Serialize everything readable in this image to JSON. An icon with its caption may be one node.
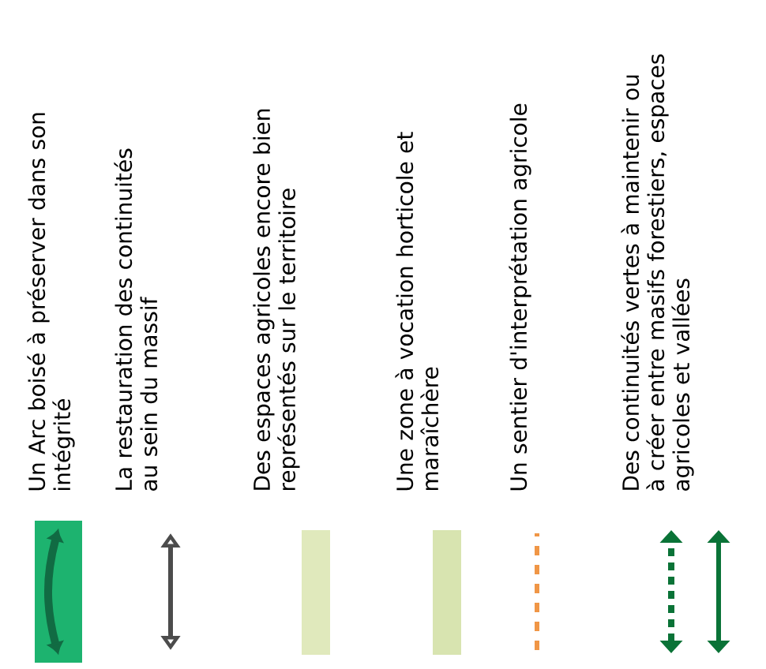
{
  "diagram": {
    "legend": [
      {
        "text": "Un Arc boisé à préserver dans son intégrité",
        "color": "#1db36f"
      },
      {
        "text": "La restauration des continuités au sein du massif"
      },
      {
        "text": "Des espaces agricoles encore bien représentés sur le territoire",
        "color": "#e0e9bc"
      },
      {
        "text": "Une zone à vocation horticole et maraîchère",
        "color": "#d8e4b0"
      },
      {
        "text": "Un sentier d'interprétation agricole"
      },
      {
        "text": "Des continuités vertes à maintenir ou à créer entre masifs forestiers, espaces agricoles et vallées"
      }
    ]
  }
}
